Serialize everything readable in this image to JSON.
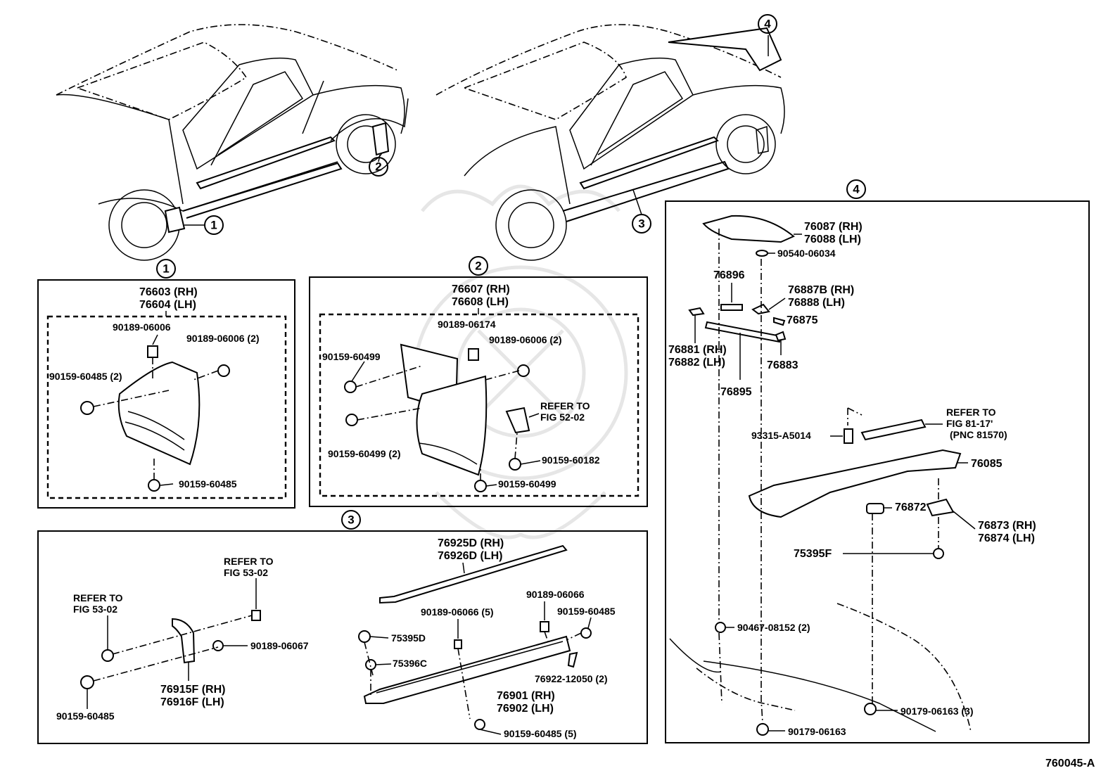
{
  "callouts": {
    "c1": "1",
    "c2": "2",
    "c3": "3",
    "c4": "4"
  },
  "panel1": {
    "title_rh": "76603 (RH)",
    "title_lh": "76604 (LH)",
    "p1": "90189-06006",
    "p2": "90189-06006 (2)",
    "p3": "90159-60485 (2)",
    "p4": "90159-60485"
  },
  "panel2": {
    "title_rh": "76607 (RH)",
    "title_lh": "76608 (LH)",
    "p1": "90189-06174",
    "p2": "90189-06006 (2)",
    "p3": "90159-60499",
    "p4": "90159-60499 (2)",
    "refer1": "REFER TO",
    "refer2": "FIG 52-02",
    "p5": "90159-60182",
    "p6": "90159-60499"
  },
  "panel3": {
    "strip_rh": "76925D (RH)",
    "strip_lh": "76926D (LH)",
    "refer_a1": "REFER TO",
    "refer_a2": "FIG 53-02",
    "refer_b1": "REFER TO",
    "refer_b2": "FIG 53-02",
    "p1": "90189-06067",
    "p2": "90159-60485",
    "bracket_rh": "76915F (RH)",
    "bracket_lh": "76916F (LH)",
    "p3": "75395D",
    "p4": "75396C",
    "p5": "90189-06066 (5)",
    "p6": "90189-06066",
    "p7": "90159-60485",
    "p8": "76922-12050 (2)",
    "skirt_rh": "76901 (RH)",
    "skirt_lh": "76902 (LH)",
    "p9": "90159-60485 (5)"
  },
  "panel4": {
    "p1_rh": "76087 (RH)",
    "p1_lh": "76088 (LH)",
    "p2": "90540-06034",
    "p3": "76896",
    "p4_rh": "76887B (RH)",
    "p4_lh": "76888  (LH)",
    "p5": "76875",
    "p6_rh": "76881 (RH)",
    "p6_lh": "76882 (LH)",
    "p7": "76883",
    "p8": "76895",
    "refer1": "REFER TO",
    "refer2": "FIG 81-17'",
    "refer3": "(PNC 81570)",
    "p9": "93315-A5014",
    "p10": "76085",
    "p11": "76872",
    "p12_rh": "76873 (RH)",
    "p12_lh": "76874 (LH)",
    "p13": "75395F",
    "p14": "90467-08152 (2)",
    "p15": "90179-06163 (3)",
    "p16": "90179-06163"
  },
  "figure_id": "760045-A"
}
